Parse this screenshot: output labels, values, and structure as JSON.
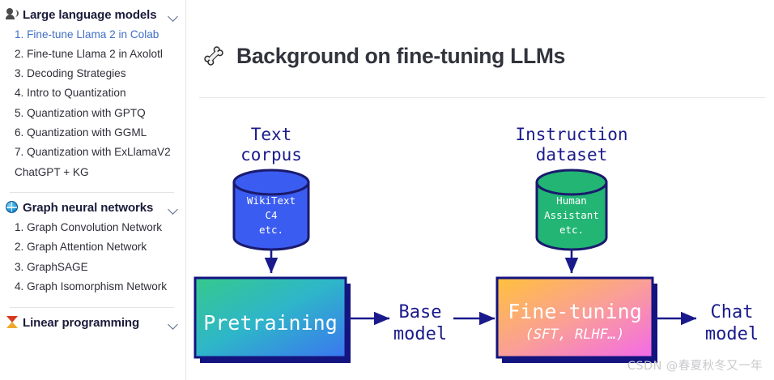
{
  "sidebar": {
    "sections": [
      {
        "icon": "speaking-head-icon",
        "title": "Large language models",
        "chevron": "chevron-down-icon",
        "items": [
          {
            "label": "1. Fine-tune Llama 2 in Colab",
            "active": true
          },
          {
            "label": "2. Fine-tune Llama 2 in Axolotl",
            "active": false
          },
          {
            "label": "3. Decoding Strategies",
            "active": false
          },
          {
            "label": "4. Intro to Quantization",
            "active": false
          },
          {
            "label": "5. Quantization with GPTQ",
            "active": false
          },
          {
            "label": "6. Quantization with GGML",
            "active": false
          },
          {
            "label": "7. Quantization with ExLlamaV2",
            "active": false
          },
          {
            "label": "ChatGPT + KG",
            "active": false
          }
        ]
      },
      {
        "icon": "globe-icon",
        "title": "Graph neural networks",
        "chevron": "chevron-down-icon",
        "items": [
          {
            "label": "1. Graph Convolution Network",
            "active": false
          },
          {
            "label": "2. Graph Attention Network",
            "active": false
          },
          {
            "label": "3. GraphSAGE",
            "active": false
          },
          {
            "label": "4. Graph Isomorphism Network",
            "active": false
          }
        ]
      },
      {
        "icon": "hourglass-icon",
        "title": "Linear programming",
        "chevron": "chevron-down-icon",
        "items": []
      }
    ]
  },
  "main": {
    "title_icon": "bone-icon",
    "title": "Background on fine-tuning LLMs",
    "watermark": "CSDN @春夏秋冬又一年"
  },
  "diagram": {
    "nodes": {
      "text_corpus": {
        "caption_line1": "Text",
        "caption_line2": "corpus",
        "body_line1": "WikiText",
        "body_line2": "C4",
        "body_line3": "etc.",
        "fill": "#3b5cf0",
        "stroke": "#1a1a6e"
      },
      "instruction_dataset": {
        "caption_line1": "Instruction",
        "caption_line2": "dataset",
        "body_line1": "Human",
        "body_line2": "Assistant",
        "body_line3": "etc.",
        "fill": "#22b573",
        "stroke": "#1a1a6e"
      },
      "pretraining": {
        "label": "Pretraining",
        "gradient_from": "#36c98c",
        "gradient_to": "#3b76f0",
        "shadow": "#141480"
      },
      "fine_tuning": {
        "label": "Fine-tuning",
        "sublabel": "(SFT, RLHF…)",
        "gradient_from": "#ffc13b",
        "gradient_to": "#f36ae8",
        "shadow": "#141480"
      },
      "base_model": {
        "line1": "Base",
        "line2": "model"
      },
      "chat_model": {
        "line1": "Chat",
        "line2": "model"
      }
    },
    "arrow_color": "#1a1a8c",
    "text_color": "#1a1a8c"
  }
}
